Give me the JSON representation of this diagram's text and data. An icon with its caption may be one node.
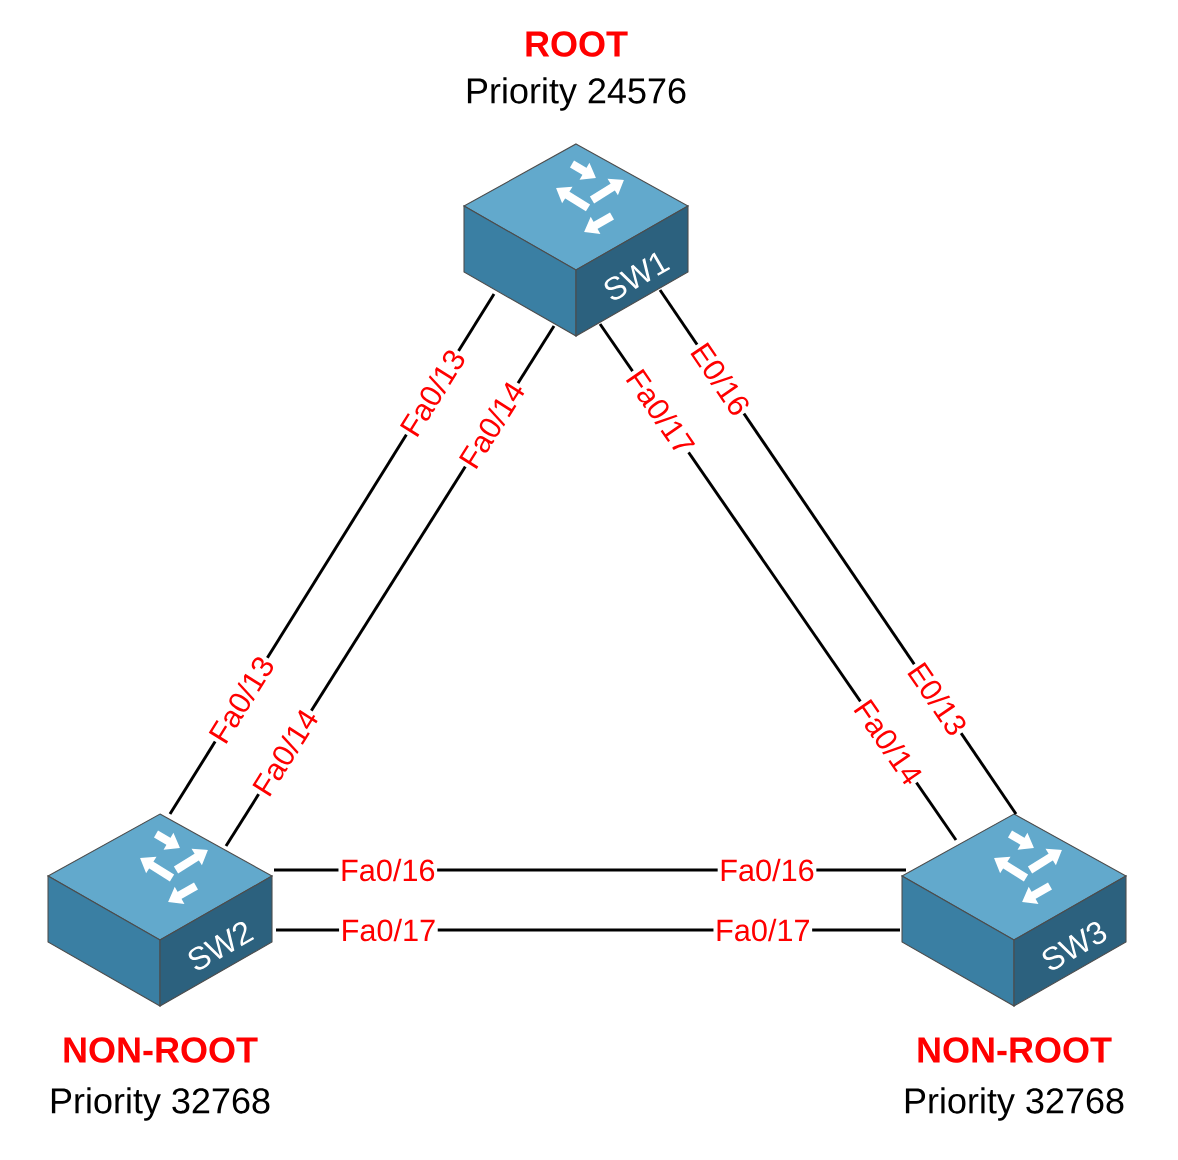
{
  "diagram": {
    "nodes": [
      {
        "text": [
          "SW1"
        ],
        "beside": [
          "ROOT",
          "Priority 24576"
        ]
      },
      {
        "text": [
          "SW2"
        ],
        "beside": [
          "NON-ROOT",
          "Priority 32768"
        ]
      },
      {
        "text": [
          "SW3"
        ],
        "beside": [
          "NON-ROOT",
          "Priority 32768"
        ]
      }
    ],
    "edges": [
      {
        "from": 0,
        "to": 1,
        "arrow": "none"
      },
      {
        "from": 0,
        "to": 1,
        "arrow": "none"
      },
      {
        "from": 0,
        "to": 2,
        "arrow": "none"
      },
      {
        "from": 0,
        "to": 2,
        "arrow": "none"
      },
      {
        "from": 1,
        "to": 2,
        "arrow": "none"
      },
      {
        "from": 1,
        "to": 2,
        "arrow": "none"
      }
    ],
    "labels": [
      "Fa0/13",
      "Fa0/14",
      "Fa0/17",
      "E0/16",
      "Fa0/13",
      "Fa0/14",
      "Fa0/14",
      "E0/13",
      "Fa0/16",
      "Fa0/16",
      "Fa0/17",
      "Fa0/17"
    ]
  }
}
